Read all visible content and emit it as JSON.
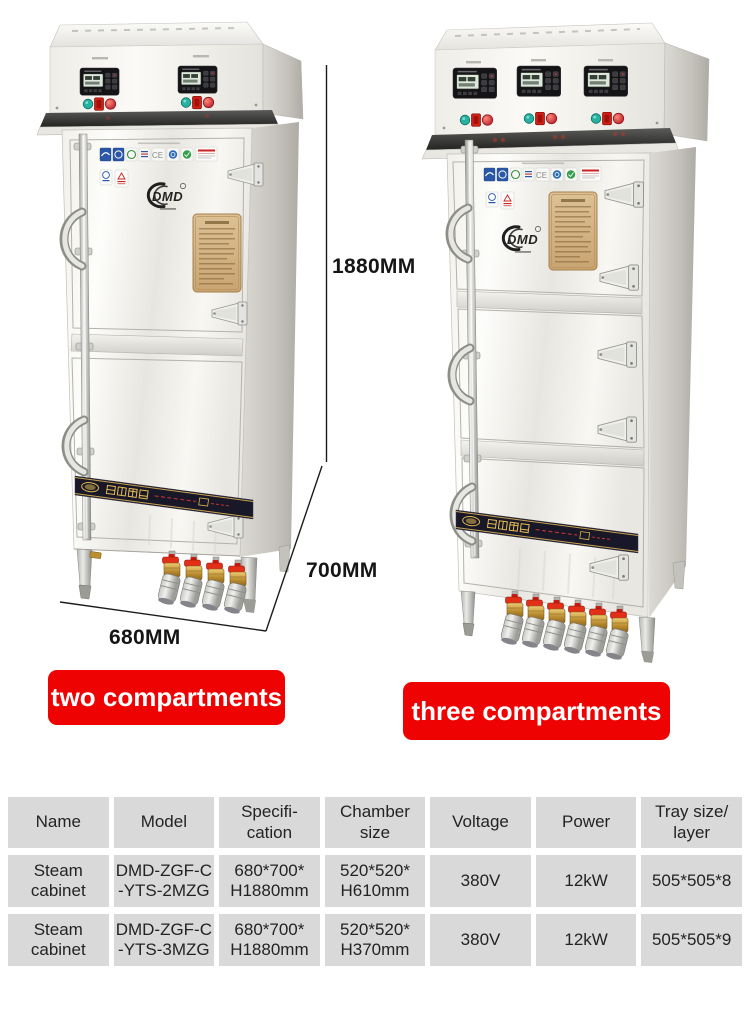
{
  "products": [
    {
      "id": "two-compartment-steam-cabinet",
      "brand": "DMD",
      "tag_label": "two compartments",
      "dimension_labels": {
        "height": "1880MM",
        "depth": "700MM",
        "width": "680MM"
      }
    },
    {
      "id": "three-compartment-steam-cabinet",
      "brand": "DMD",
      "tag_label": "three compartments"
    }
  ],
  "stickers": {
    "ce_label": "CE"
  },
  "spec_table": {
    "headers": [
      "Name",
      "Model",
      "Specifi-\ncation",
      "Chamber\nsize",
      "Voltage",
      "Power",
      "Tray size/\nlayer"
    ],
    "rows": [
      [
        "Steam\ncabinet",
        "DMD-ZGF-C\n-YTS-2MZG",
        "680*700*\nH1880mm",
        "520*520*\nH610mm",
        "380V",
        "12kW",
        "505*505*8"
      ],
      [
        "Steam\ncabinet",
        "DMD-ZGF-C\n-YTS-3MZG",
        "680*700*\nH1880mm",
        "520*520*\nH370mm",
        "380V",
        "12kW",
        "505*505*9"
      ]
    ]
  },
  "colors": {
    "tag_background": "#ee0202",
    "tag_text": "#ffffff",
    "table_cell_background": "#d9d9d9",
    "dimension_line": "#1c1c1c",
    "banner_background": "#181828",
    "banner_gold": "#e0b64f"
  }
}
